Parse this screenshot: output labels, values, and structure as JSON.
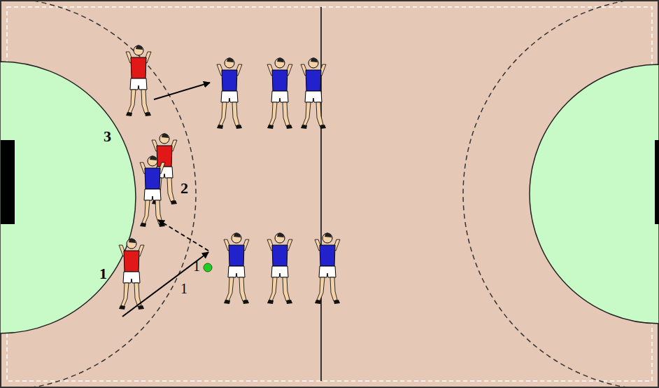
{
  "diagram": {
    "labels": [
      "3",
      "2",
      "1",
      "1",
      "1"
    ]
  }
}
